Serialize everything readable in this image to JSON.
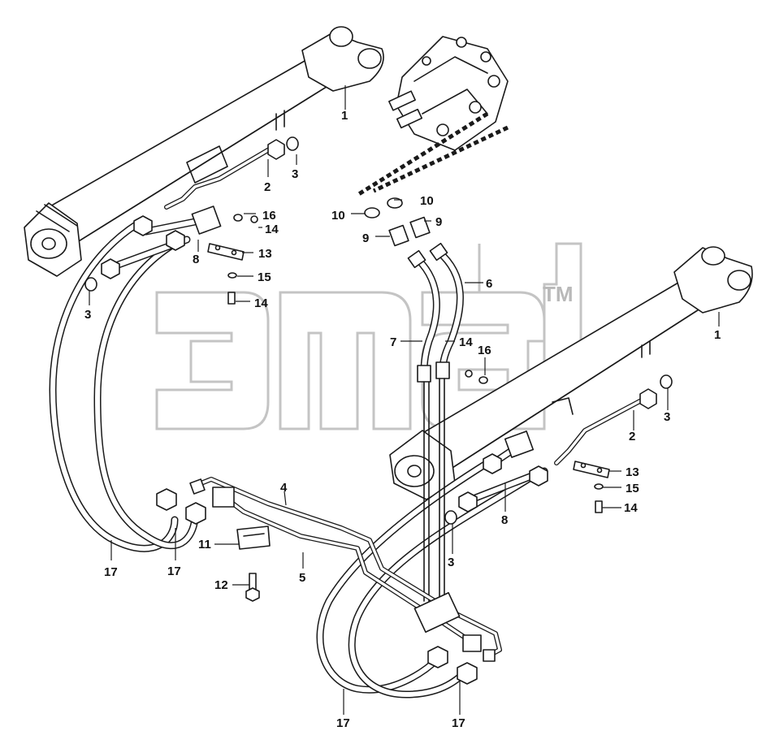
{
  "watermark": {
    "trademark": "TM"
  },
  "callouts": [
    {
      "label": "1"
    },
    {
      "label": "2"
    },
    {
      "label": "3"
    },
    {
      "label": "16"
    },
    {
      "label": "14"
    },
    {
      "label": "8"
    },
    {
      "label": "13"
    },
    {
      "label": "15"
    },
    {
      "label": "14"
    },
    {
      "label": "3"
    },
    {
      "label": "10"
    },
    {
      "label": "10"
    },
    {
      "label": "9"
    },
    {
      "label": "9"
    },
    {
      "label": "6"
    },
    {
      "label": "7"
    },
    {
      "label": "14"
    },
    {
      "label": "16"
    },
    {
      "label": "1"
    },
    {
      "label": "3"
    },
    {
      "label": "2"
    },
    {
      "label": "13"
    },
    {
      "label": "15"
    },
    {
      "label": "14"
    },
    {
      "label": "8"
    },
    {
      "label": "3"
    },
    {
      "label": "4"
    },
    {
      "label": "5"
    },
    {
      "label": "11"
    },
    {
      "label": "12"
    },
    {
      "label": "17"
    },
    {
      "label": "17"
    },
    {
      "label": "17"
    },
    {
      "label": "17"
    }
  ],
  "colors": {
    "line": "#1a1a1a",
    "watermark": "#c4c4c4",
    "background": "#ffffff"
  }
}
